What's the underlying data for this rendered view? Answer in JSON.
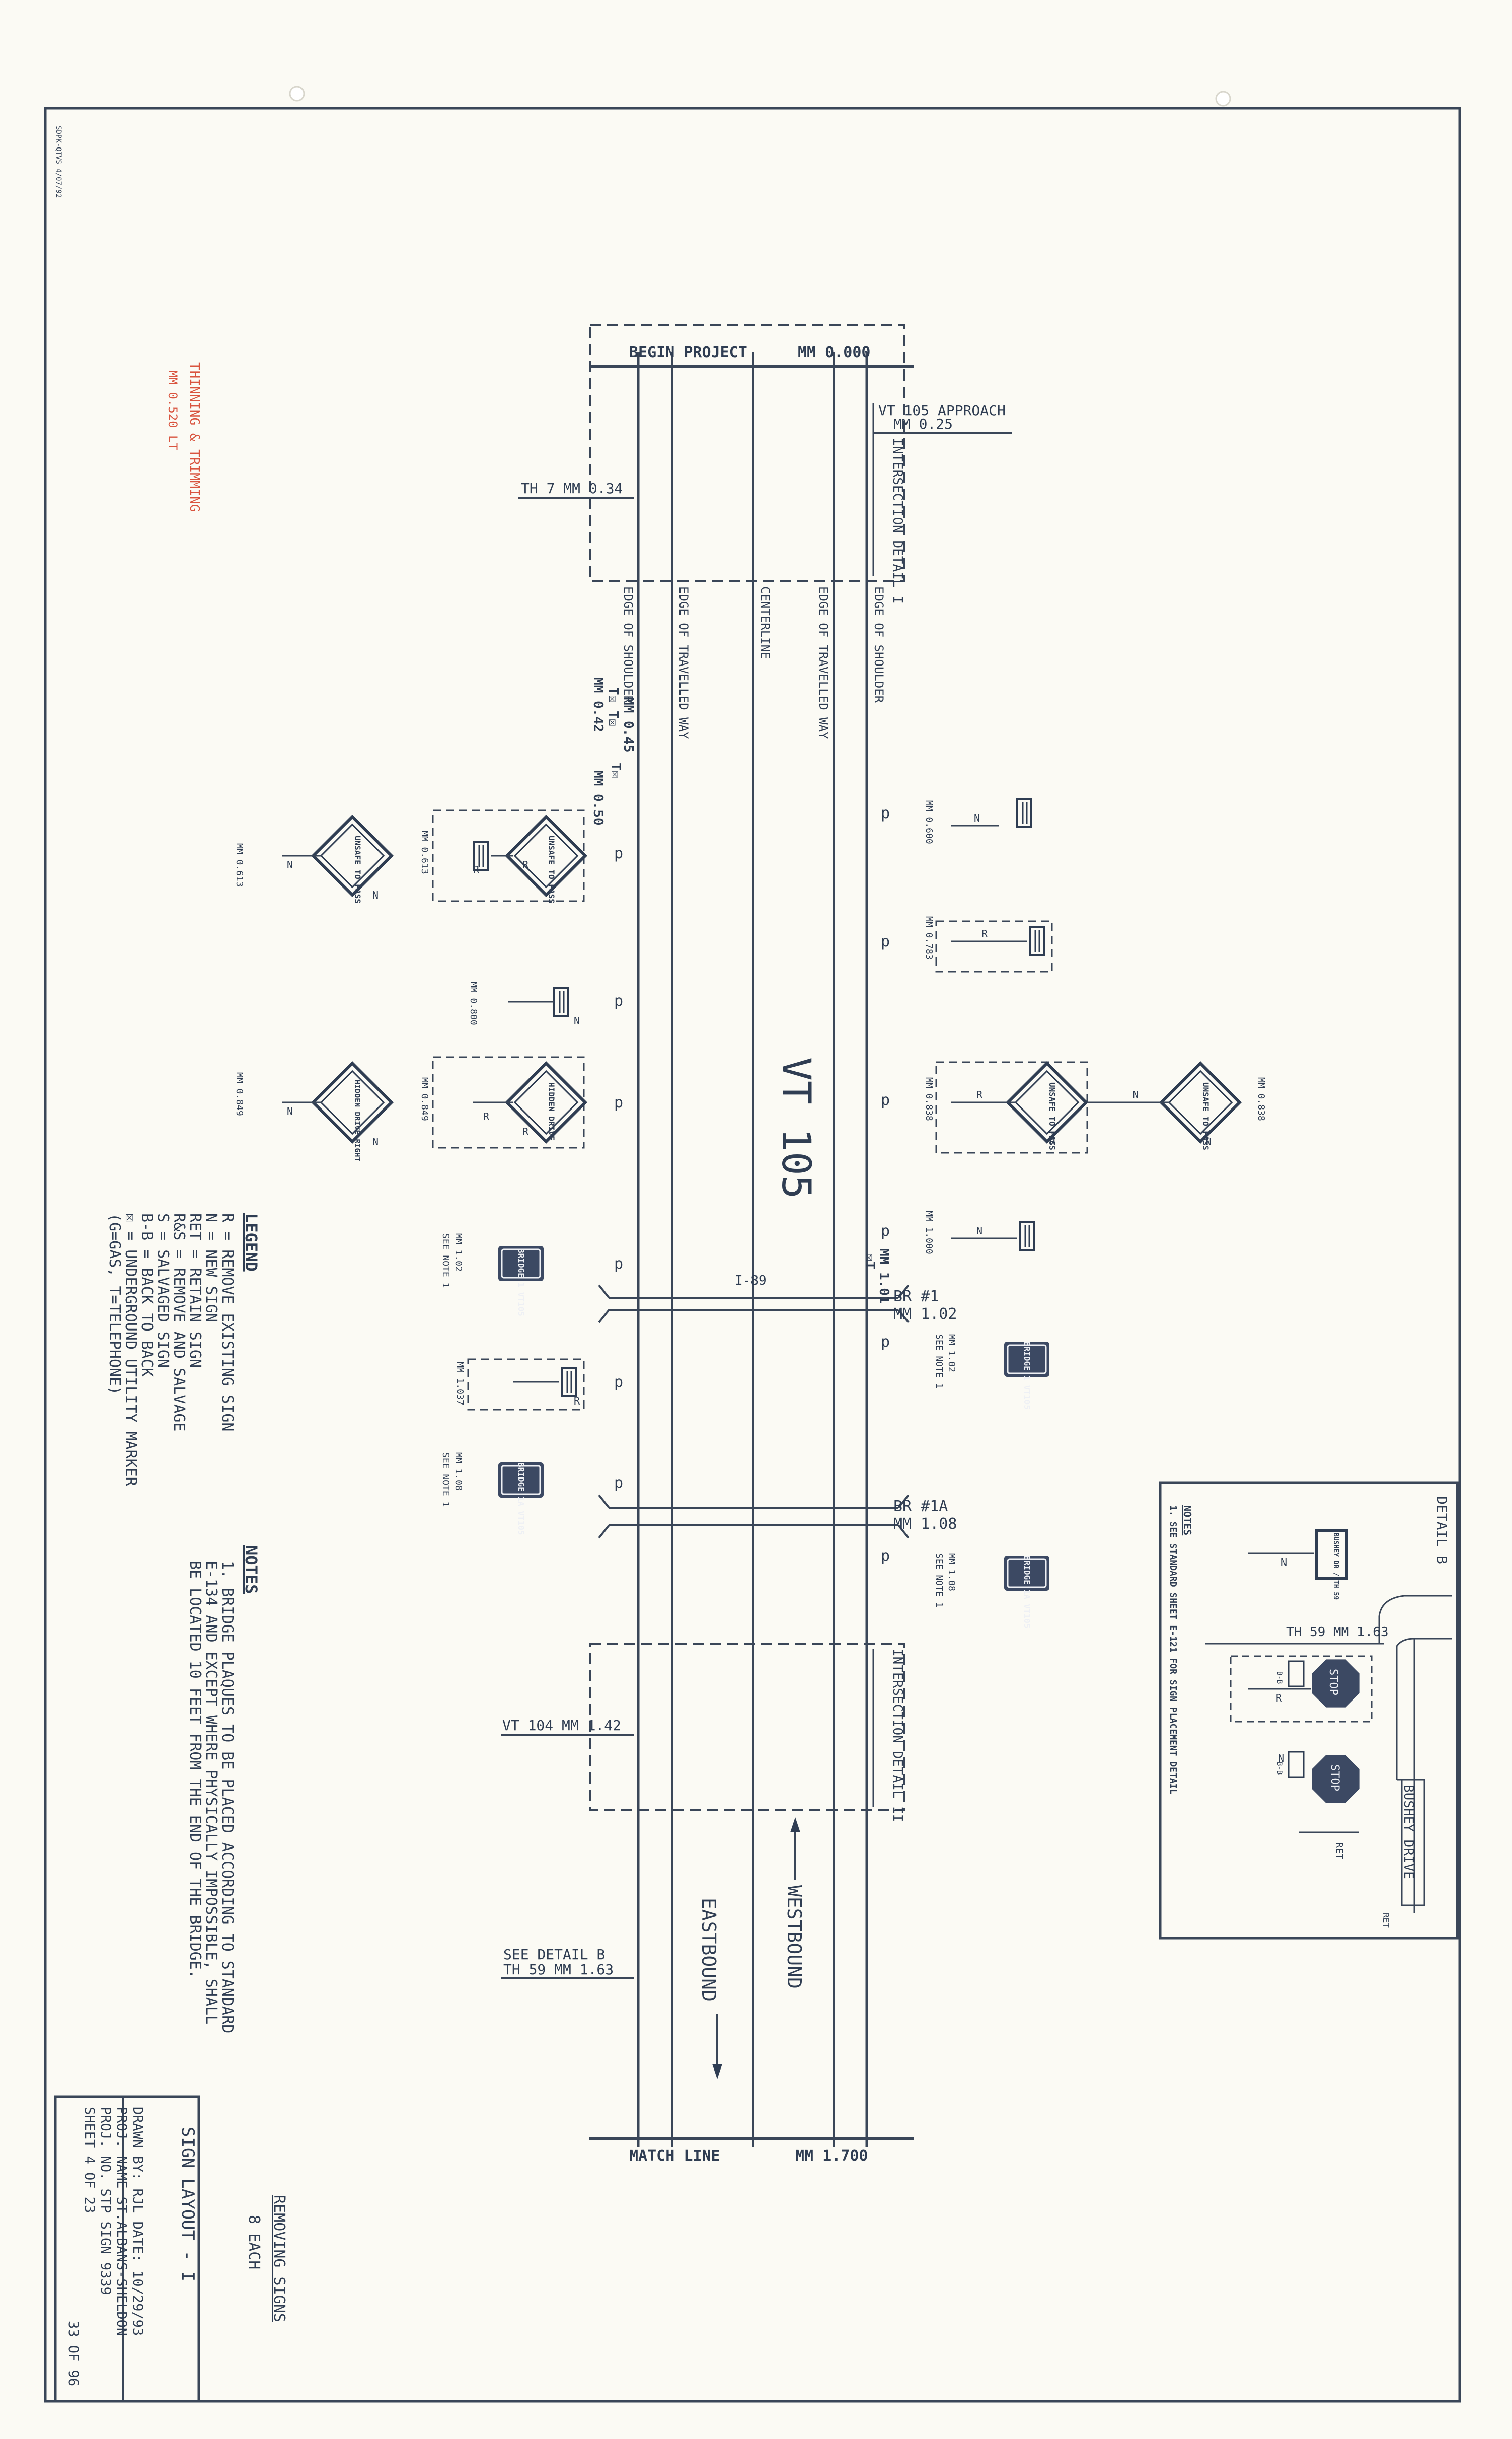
{
  "sheet": {
    "form_code": "SDPK-QTVS 4/07/92",
    "hand_note": "THINNING & TRIMMING",
    "hand_note_sub": "MM 0.520 LT"
  },
  "roadway": {
    "route_label": "VT 105",
    "begin_project": "BEGIN PROJECT",
    "begin_mm": "MM 0.000",
    "match_line": "MATCH LINE",
    "match_mm": "MM 1.700",
    "line_labels": [
      "EDGE OF SHOULDER",
      "EDGE OF TRAVELLED WAY",
      "CENTERLINE",
      "EDGE OF TRAVELLED WAY",
      "EDGE OF SHOULDER"
    ],
    "westbound": "WESTBOUND",
    "eastbound": "EASTBOUND",
    "i89": "I-89"
  },
  "callouts": {
    "vt105_approach": "VT 105 APPROACH",
    "vt105_approach_mm": "MM 0.25",
    "intersection_i": "INTERSECTION DETAIL I",
    "intersection_ii": "INTERSECTION DETAIL II",
    "th7": "TH 7  MM 0.34",
    "vt104": "VT 104  MM 1.42",
    "see_detail_b": "SEE DETAIL B",
    "th59": "TH 59  MM 1.63",
    "br1": "BR #1",
    "br1_mm": "MM 1.02",
    "br1a": "BR #1A",
    "br1a_mm": "MM 1.08",
    "util_1": "MM 0.45",
    "util_1b": "T☒ T☒",
    "util_1c": "MM 0.42",
    "util_2": "T☒",
    "util_2b": "MM 0.50",
    "util_3": "MM 1.01",
    "util_3b": "☒T"
  },
  "signs": {
    "unsafe": "UNSAFE TO PASS",
    "hidden_drive": "HIDDEN DRIVE",
    "hidden_drive_right": "HIDDEN DRIVE RIGHT",
    "bridge_1": "BRIDGE 1 VT105",
    "bridge_1a": "BRIDGE 1A VT105",
    "mm_0600": "MM 0.600",
    "mm_0613": "MM 0.613",
    "mm_0783": "MM 0.783",
    "mm_0800": "MM 0.800",
    "mm_0838": "MM 0.838",
    "mm_0849": "MM 0.849",
    "mm_1000": "MM 1.000",
    "mm_1020": "MM 1.02",
    "mm_1037": "MM 1.037",
    "mm_1080": "MM 1.08",
    "see_note_1": "SEE NOTE 1",
    "code_n": "N",
    "code_r": "R",
    "code_p": "p"
  },
  "legend": {
    "title": "LEGEND",
    "lines": [
      "R   = REMOVE EXISTING SIGN",
      "N   = NEW SIGN",
      "RET = RETAIN SIGN",
      "R&S = REMOVE AND SALVAGE",
      "S   = SALVAGED SIGN",
      "B-B = BACK TO BACK",
      "☒   = UNDERGROUND UTILITY MARKER",
      "      (G=GAS, T=TELEPHONE)"
    ]
  },
  "notes": {
    "title": "NOTES",
    "lines": [
      "1. BRIDGE PLAQUES TO BE PLACED ACCORDING TO STANDARD",
      "   E-134 AND EXCEPT WHERE PHYSICALLY IMPOSSIBLE, SHALL",
      "   BE LOCATED 10 FEET FROM THE END OF THE BRIDGE."
    ]
  },
  "detail_b": {
    "title": "DETAIL B",
    "notes_title": "NOTES",
    "note": "1. SEE STANDARD SHEET E-121 FOR SIGN PLACEMENT DETAIL",
    "th59": "TH 59  MM 1.63",
    "bushey": "BUSHEY DRIVE",
    "stop": "STOP",
    "ret": "RET",
    "bb": "B-B",
    "street_sign": "BUSHEY DR / TH 59"
  },
  "removing": {
    "title": "REMOVING SIGNS",
    "count": "8 EACH"
  },
  "title_block": {
    "title": "SIGN LAYOUT - I",
    "drawn_by": "DRAWN BY:  RJL   DATE: 10/29/93",
    "proj_name": "PROJ. NAME  ST.ALBANS-SHELDON",
    "proj_no": "PROJ.  NO.  STP SIGN 9339",
    "sheet": "SHEET  4   OF  23",
    "sheet_total": "33 OF 96"
  }
}
